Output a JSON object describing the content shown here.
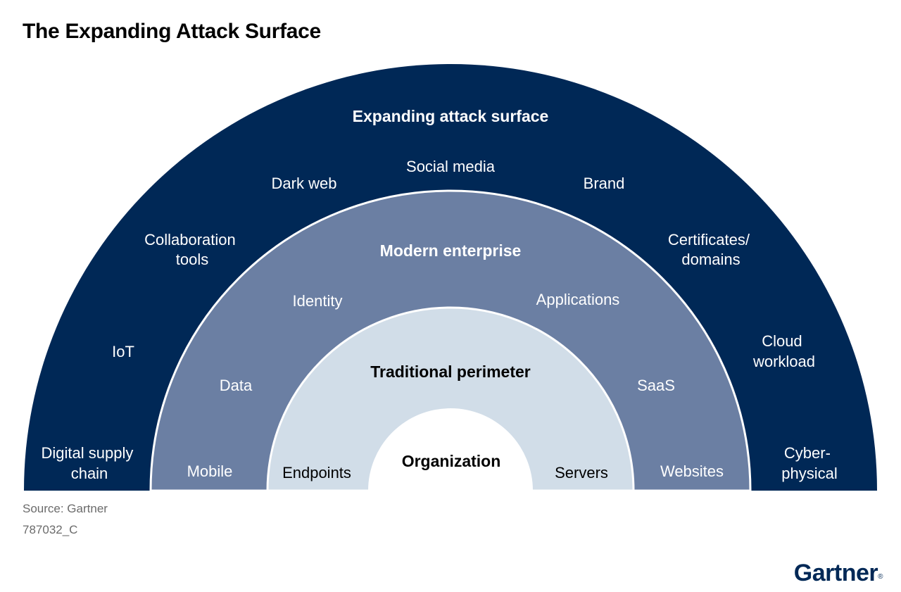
{
  "title": "The Expanding Attack Surface",
  "colors": {
    "outer_ring": "#002856",
    "middle_ring": "#6b7fa3",
    "inner_ring": "#d1dde8",
    "center": "#ffffff",
    "ring_border": "#ffffff"
  },
  "rings": [
    {
      "name": "Expanding attack surface",
      "items": [
        "Digital supply chain",
        "IoT",
        "Collaboration tools",
        "Dark web",
        "Social media",
        "Brand",
        "Certificates/ domains",
        "Cloud workload",
        "Cyber-physical"
      ]
    },
    {
      "name": "Modern enterprise",
      "items": [
        "Mobile",
        "Data",
        "Identity",
        "Applications",
        "SaaS",
        "Websites"
      ]
    },
    {
      "name": "Traditional perimeter",
      "items": [
        "Endpoints",
        "Servers"
      ]
    },
    {
      "name": "Organization",
      "items": []
    }
  ],
  "source": "Source: Gartner",
  "id": "787032_C",
  "logo": "Gartner",
  "logo_mark": "®"
}
